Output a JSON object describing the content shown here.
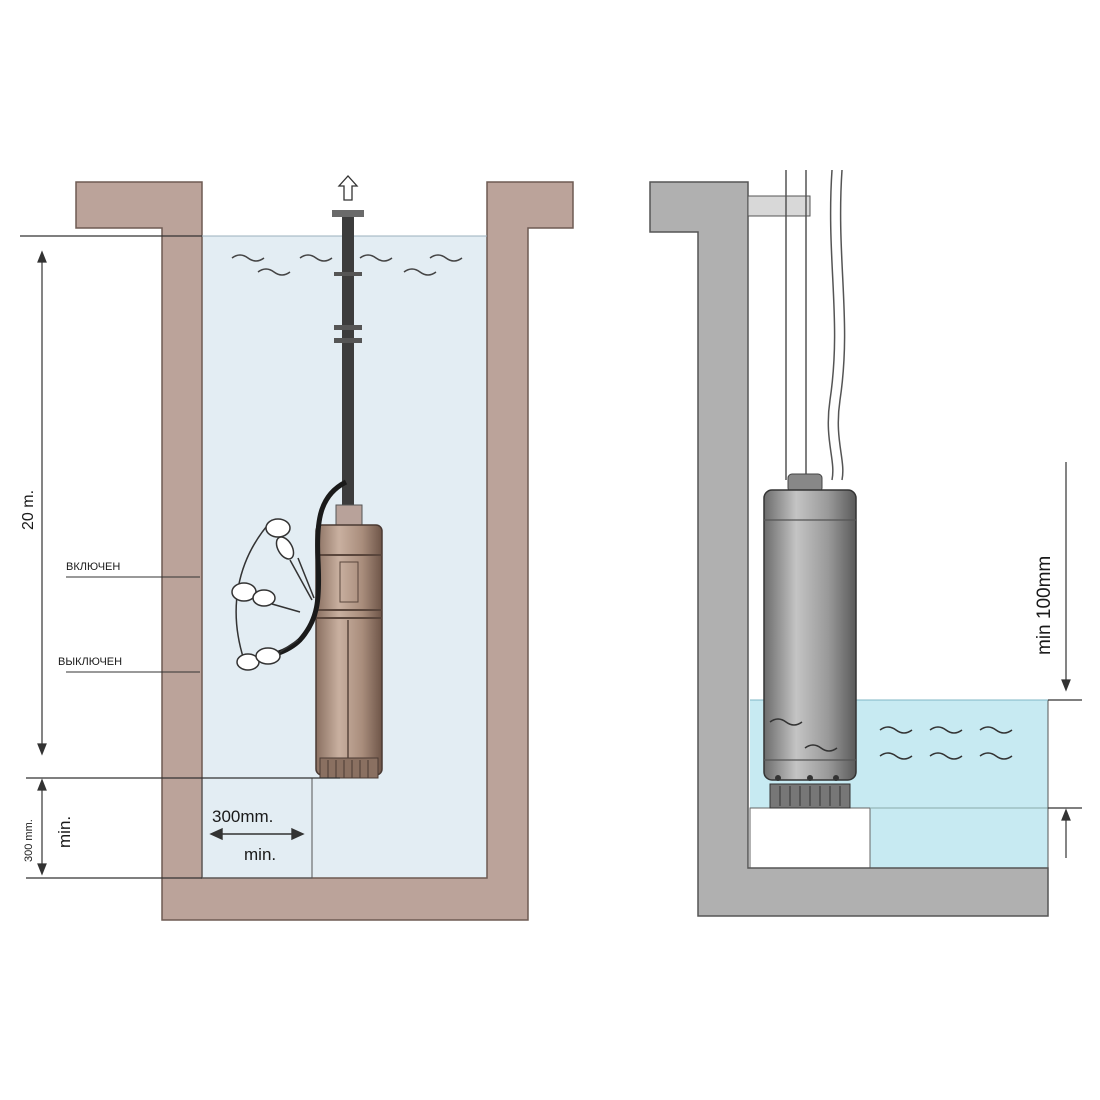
{
  "left_diagram": {
    "depth_label": "20 m.",
    "float_on_label": "ВКЛЮЧЕН",
    "float_off_label": "ВЫКЛЮЧЕН",
    "bottom_gap_value": "300 mm.",
    "bottom_gap_min": "min.",
    "side_gap_value": "300mm.",
    "side_gap_min": "min."
  },
  "right_diagram": {
    "water_gap_label": "min 100mm"
  },
  "colors": {
    "left_wall": "#bba39a",
    "right_wall": "#b0b0b0",
    "left_water": "#e3edf3",
    "right_water": "#c7eaf2",
    "pump_body_left": "#b49a8a",
    "pump_body_right": "#9c9c9c"
  }
}
